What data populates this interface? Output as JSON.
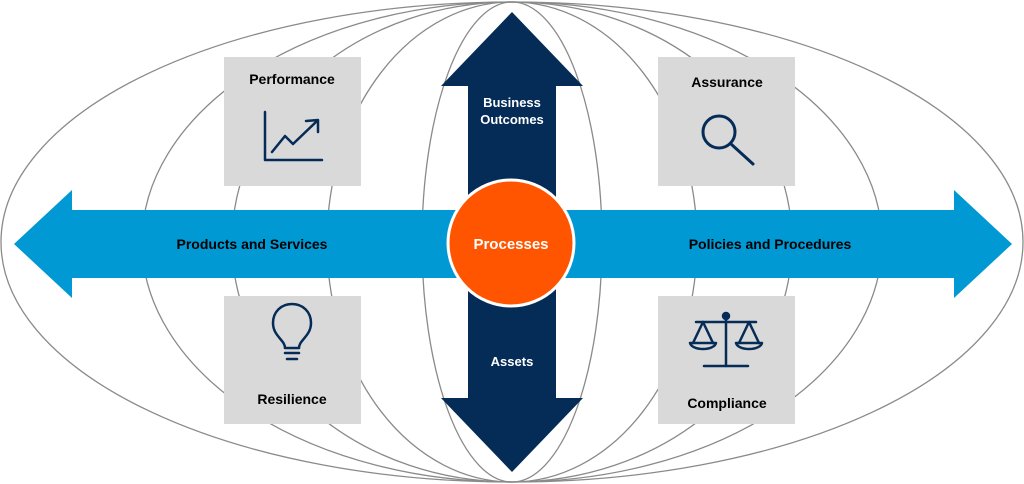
{
  "diagram": {
    "center": {
      "label": "Processes"
    },
    "vertical_arrow": {
      "top_label_line1": "Business",
      "top_label_line2": "Outcomes",
      "bottom_label": "Assets"
    },
    "horizontal_arrow": {
      "left_label": "Products and Services",
      "right_label": "Policies and Procedures"
    },
    "quadrants": {
      "top_left": {
        "label": "Performance",
        "icon": "chart-trend-up-icon"
      },
      "top_right": {
        "label": "Assurance",
        "icon": "magnifier-icon"
      },
      "bottom_left": {
        "label": "Resilience",
        "icon": "lightbulb-icon"
      },
      "bottom_right": {
        "label": "Compliance",
        "icon": "scales-icon"
      }
    },
    "colors": {
      "navy": "#052b57",
      "blue": "#0099d4",
      "orange": "#ff5500",
      "box_gray": "#d9d9d9",
      "line_gray": "#8a8a8a"
    }
  }
}
